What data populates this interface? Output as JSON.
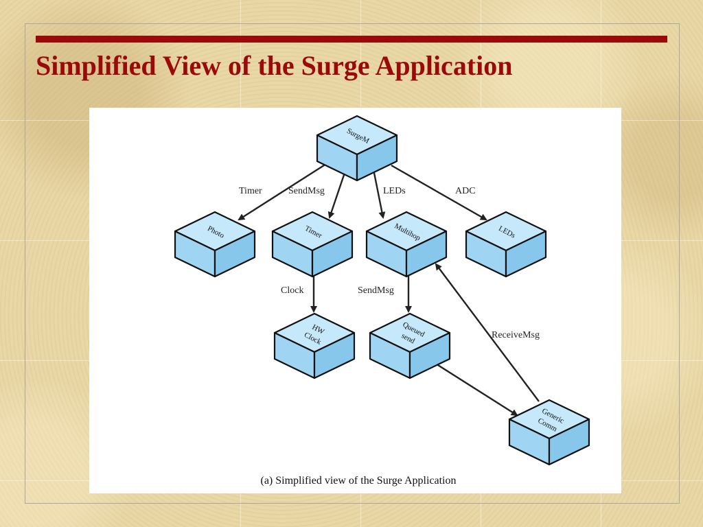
{
  "slide": {
    "title": "Simplified View of the Surge Application"
  },
  "diagram": {
    "caption": "(a) Simplified view of the Surge Application",
    "nodes": {
      "surgem": "SurgeM",
      "photo": "Photo",
      "timer": "Timer",
      "multihop": "Multihop",
      "leds": "LEDs",
      "hw_clock_1": "HW",
      "hw_clock_2": "Clock",
      "queued_send_1": "Queued",
      "queued_send_2": "send",
      "generic_comm_1": "Generic",
      "generic_comm_2": "Comm"
    },
    "edge_labels": {
      "timer": "Timer",
      "sendmsg_1": "SendMsg",
      "leds": "LEDs",
      "adc": "ADC",
      "clock": "Clock",
      "sendmsg_2": "SendMsg",
      "receivemsg": "ReceiveMsg"
    }
  }
}
